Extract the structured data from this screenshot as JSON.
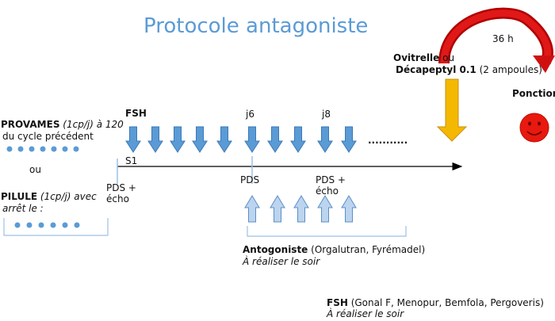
{
  "title": "Protocole antagoniste",
  "top_right": {
    "duration": "36 h",
    "trigger_drug1": "Ovitrelle",
    "trigger_or": " ou",
    "trigger_drug2": "Décapeptyl 0.1",
    "trigger_qty": " (2 ampoules)",
    "ponction": "Ponction"
  },
  "left": {
    "provames_name": "PROVAMES",
    "provames_dose": " (1cp/j) à 120",
    "provames_line2": "du cycle précédent",
    "ou": "ou",
    "pilule_name": "PILULE",
    "pilule_dose": " (1cp/j) avec",
    "pilule_line2": "arrêt le :"
  },
  "timeline": {
    "fsh_label": "FSH",
    "s1": "S1",
    "j6": "j6",
    "j8": "j8",
    "dots": "...........",
    "pds_echo_1": "PDS +",
    "pds_echo_1b": "écho",
    "pds": "PDS",
    "pds_echo_2": "PDS +",
    "pds_echo_2b": "écho"
  },
  "antagonist": {
    "name": "Antogoniste",
    "drugs": " (Orgalutran, Fyrémadel)",
    "timing": "À réaliser le soir"
  },
  "fsh_note": {
    "name": "FSH",
    "drugs": " (Gonal F, Menopur, Bemfola, Pergoveris)",
    "timing": "À réaliser le soir"
  },
  "colors": {
    "title_blue": "#5b9bd5",
    "arrow_blue": "#5b9bd5",
    "arrow_light": "#bcd4ee",
    "trigger_yellow": "#f5b800",
    "curve_red": "#d01010",
    "smiley_red": "#e8190e"
  }
}
